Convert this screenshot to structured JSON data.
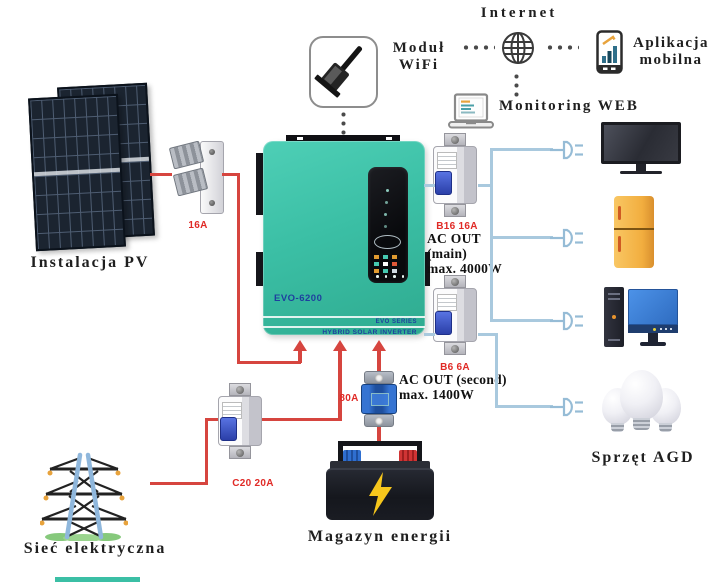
{
  "top": {
    "internet": "Internet",
    "modul_wifi": [
      "Moduł",
      "WiFi"
    ],
    "app": [
      "Aplikacja",
      "mobilna"
    ],
    "monitoring": "Monitoring WEB"
  },
  "left": {
    "pv_label": "Instalacja PV",
    "pv_fuse_rating": "16A",
    "grid_label": "Sieć elektryczna",
    "grid_breaker_rating": "C20 20A"
  },
  "inverter": {
    "model": "EVO-6200",
    "series": "EVO SERIES",
    "subtitle": "HYBRID SOLAR INVERTER"
  },
  "battery": {
    "label": "Magazyn energii",
    "fuse_rating": "80A"
  },
  "outputs": {
    "main_breaker_rating": "B16 16A",
    "main_line1": "AC OUT",
    "main_line2": "(main)",
    "main_line3": "max. 4000W",
    "second_breaker_rating": "B6 6A",
    "second_line1": "AC OUT (second)",
    "second_line2": "max. 1400W",
    "appliances_label": "Sprzęt AGD"
  },
  "colors": {
    "inverter_teal": "#3bbfa5",
    "dc_line_red": "#d6453f",
    "ac_line_blue": "#a9c9de",
    "rating_label_red": "#e02a26",
    "breaker_toggle_blue": "#3b52c9"
  }
}
